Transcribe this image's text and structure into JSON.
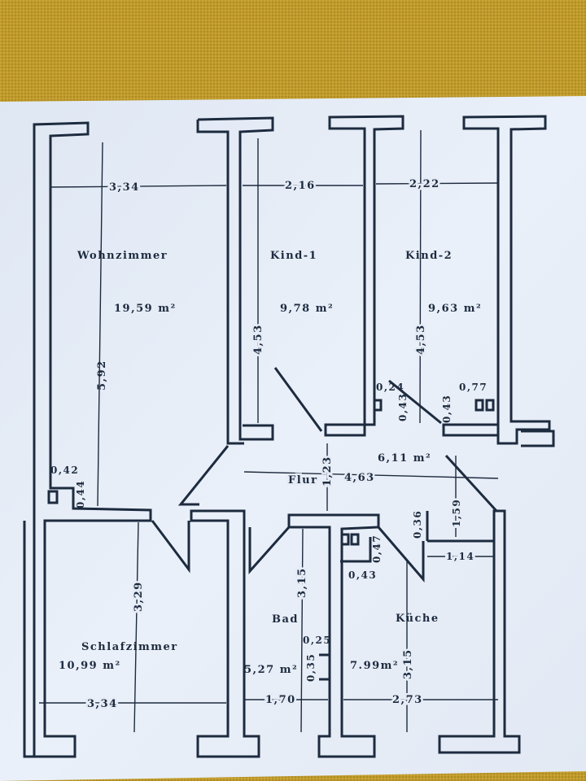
{
  "rooms": {
    "wohnzimmer": {
      "name": "Wohnzimmer",
      "area": "19,59 m²",
      "width": "3,34",
      "length": "5,92"
    },
    "kind1": {
      "name": "Kind-1",
      "area": "9,78 m²",
      "width": "2,16",
      "length": "4,53"
    },
    "kind2": {
      "name": "Kind-2",
      "area": "9,63 m²",
      "width": "2,22",
      "length": "4,53"
    },
    "flur": {
      "name": "Flur",
      "area": "6,11 m²",
      "width": "4,63",
      "depth": "1,23"
    },
    "schlafzimmer": {
      "name": "Schlafzimmer",
      "area": "10,99 m²",
      "width": "3,34",
      "length": "3,29"
    },
    "bad": {
      "name": "Bad",
      "area": "5,27 m²",
      "width": "1,70",
      "length": "3,15"
    },
    "kueche": {
      "name": "Küche",
      "area": "7.99m²",
      "width": "2,73",
      "length": "3,15"
    }
  },
  "details": {
    "shaft_wz_w": "0,42",
    "shaft_wz_d": "0,44",
    "shaft_k1_w": "0,24",
    "shaft_k1_d": "0,43",
    "shaft_k2_d": "0,43",
    "shaft_k2_w": "0,77",
    "nook_depth": "1,59",
    "nook_d2": "0,36",
    "nook_width": "1,14",
    "bad_shaft_d": "0,47",
    "bad_shaft_w": "0,43",
    "bad_niche_w": "0,25",
    "bad_niche_d": "0,35"
  },
  "colors": {
    "paper": "#e9eef7",
    "ink": "#1d2b3f",
    "fabric": "#bf9a2c"
  }
}
